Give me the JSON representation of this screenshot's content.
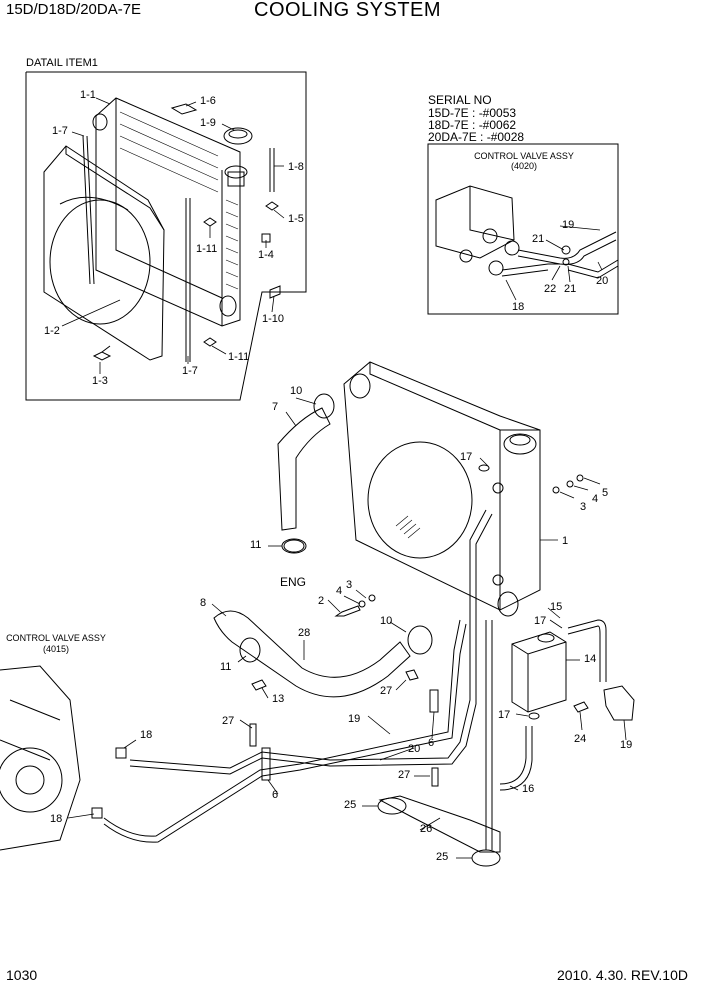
{
  "header": {
    "model": "15D/D18D/20DA-7E",
    "title": "COOLING SYSTEM"
  },
  "detail": {
    "label": "DATAIL ITEM1"
  },
  "serial": {
    "heading": "SERIAL NO",
    "lines": [
      "15D-7E : -#0053",
      "18D-7E : -#0062",
      "20DA-7E : -#0028"
    ]
  },
  "inset": {
    "title": "CONTROL VALVE ASSY",
    "code": "(4020)"
  },
  "left_assy": {
    "title": "CONTROL VALVE ASSY",
    "code": "(4015)"
  },
  "eng_label": "ENG",
  "callouts": {
    "d1_1": "1-1",
    "d1_6": "1-6",
    "d1_7a": "1-7",
    "d1_9": "1-9",
    "d1_8": "1-8",
    "d1_5": "1-5",
    "d1_11a": "1-11",
    "d1_4": "1-4",
    "d1_10": "1-10",
    "d1_2": "1-2",
    "d1_3": "1-3",
    "d1_7b": "1-7",
    "d1_11b": "1-11",
    "i19": "19",
    "i21a": "21",
    "i22": "22",
    "i21b": "21",
    "i20": "20",
    "i18": "18",
    "m10a": "10",
    "m7": "7",
    "m17a": "17",
    "m3a": "3",
    "m4a": "4",
    "m5": "5",
    "m1": "1",
    "m11a": "11",
    "m4b": "4",
    "m3b": "3",
    "m2": "2",
    "m8": "8",
    "m10b": "10",
    "m28": "28",
    "m15": "15",
    "m17b": "17",
    "m14": "14",
    "m11b": "11",
    "m13": "13",
    "m27a": "27",
    "m6a": "6",
    "m17c": "17",
    "m24": "24",
    "m19a": "19",
    "m27b": "27",
    "m19b": "19",
    "m20": "20",
    "m18a": "18",
    "m6b": "6",
    "m27c": "27",
    "m16": "16",
    "m18b": "18",
    "m25a": "25",
    "m26": "26",
    "m25b": "25"
  },
  "footer": {
    "page": "1030",
    "date_rev": "2010. 4.30.  REV.10D"
  }
}
